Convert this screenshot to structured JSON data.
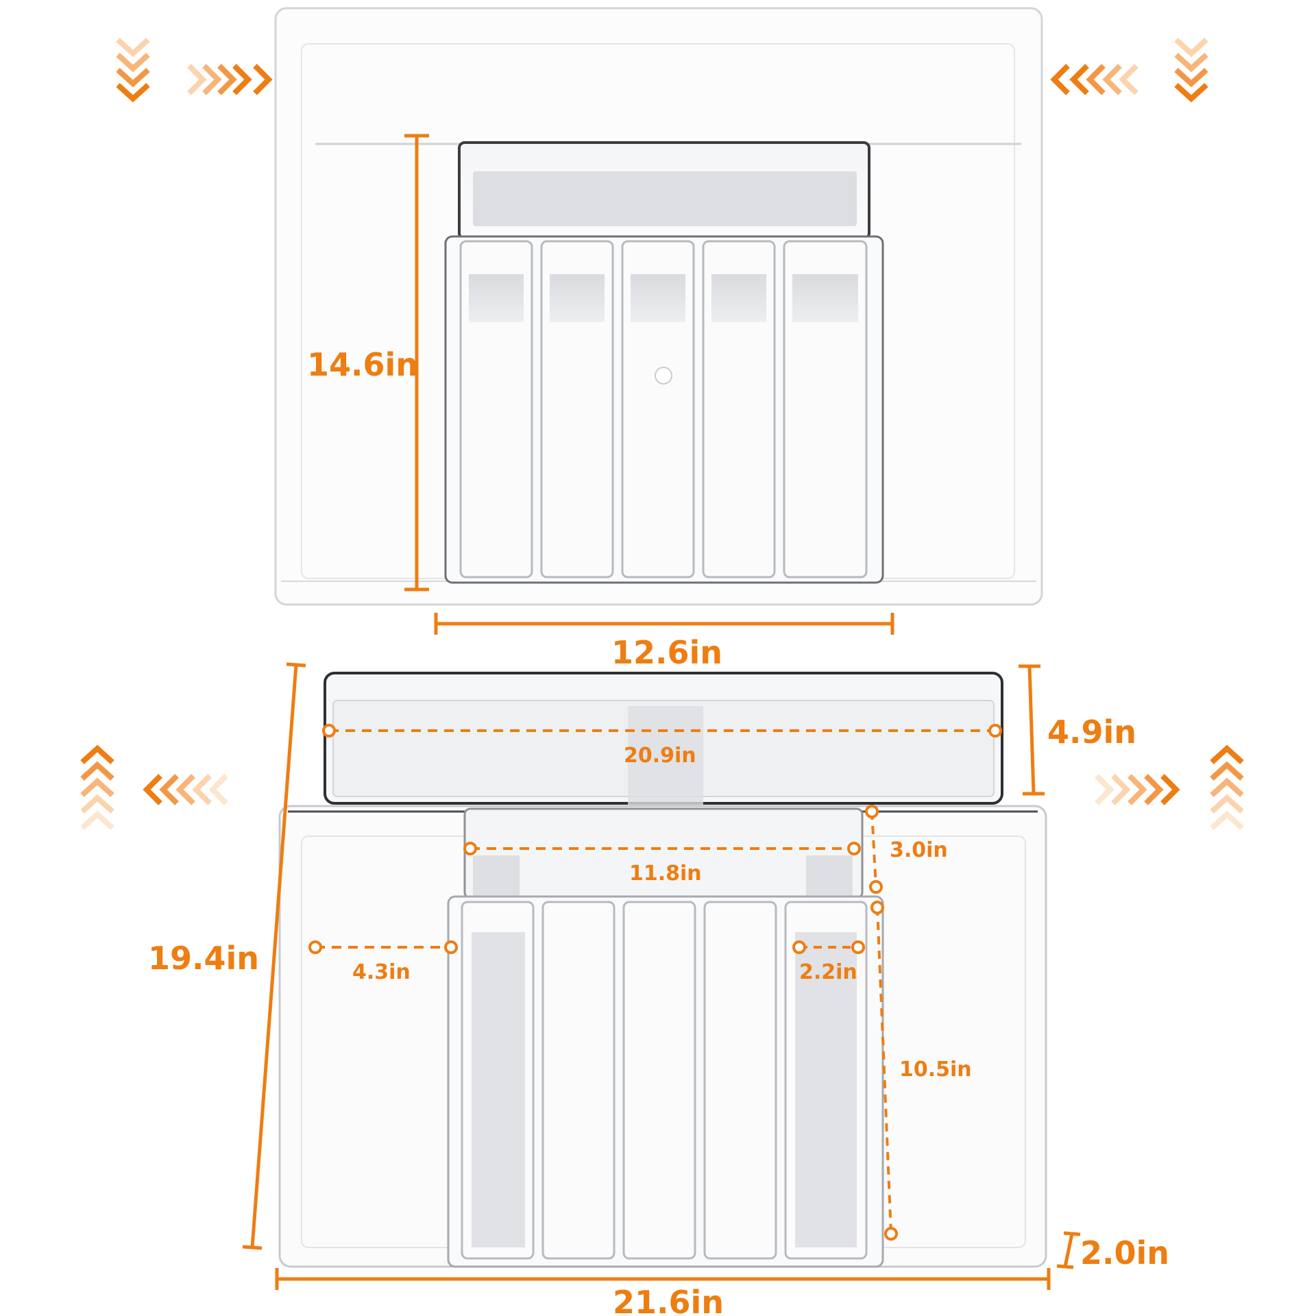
{
  "accent_color": "#ee7d12",
  "top_view": {
    "arrow_icons": [
      "chevrons-down-icon",
      "chevrons-right-icon",
      "chevrons-left-icon",
      "chevrons-down-icon"
    ],
    "dimensions": {
      "height": "14.6in",
      "width": "12.6in"
    }
  },
  "bottom_view": {
    "arrow_icons": [
      "chevrons-up-icon",
      "chevrons-left-icon",
      "chevrons-right-icon",
      "chevrons-up-icon"
    ],
    "dimensions": {
      "overall_depth": "19.4in",
      "rear_tray_width": "20.9in",
      "rear_tray_depth": "4.9in",
      "inner_tray_width": "11.8in",
      "inner_tray_depth": "3.0in",
      "side_compartment_width": "4.3in",
      "slot_width": "2.2in",
      "slot_length": "10.5in",
      "height": "2.0in",
      "overall_width": "21.6in"
    }
  }
}
